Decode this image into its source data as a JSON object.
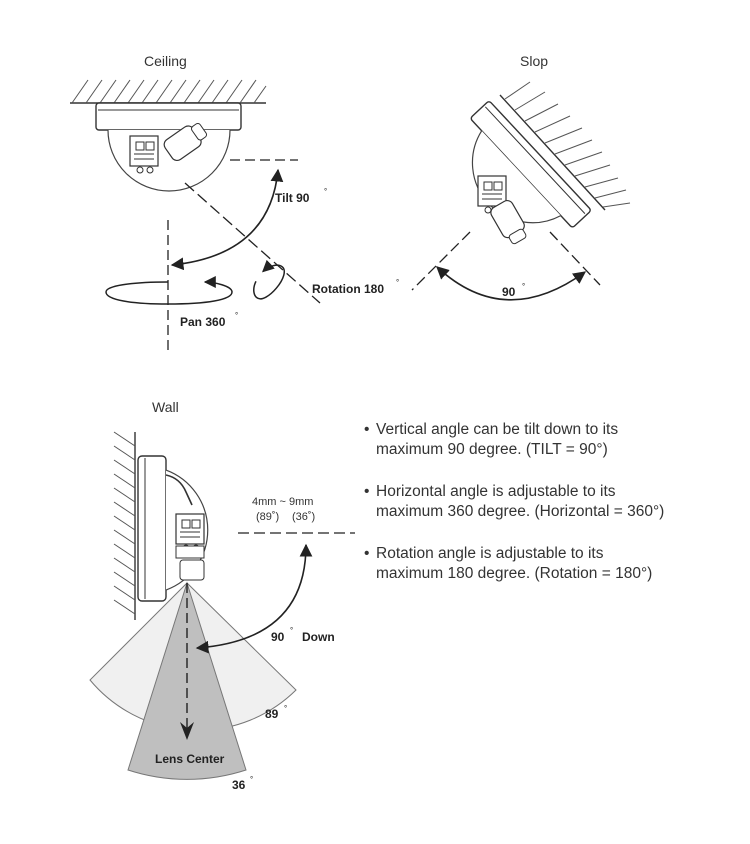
{
  "ceiling": {
    "title": "Ceiling",
    "tilt_label": "Tilt 90",
    "pan_label": "Pan 360",
    "rotation_label": "Rotation 180",
    "degree_mark": "°"
  },
  "slop": {
    "title": "Slop",
    "angle_label": "90",
    "degree_mark": "°"
  },
  "wall": {
    "title": "Wall",
    "lens_range": "4mm ~ 9mm",
    "angle_4mm": "(89˚)",
    "angle_9mm": "(36˚)",
    "down_angle": "90",
    "down_label": "Down",
    "wide_angle": "89",
    "narrow_angle": "36",
    "lens_center": "Lens Center",
    "degree_mark": "°"
  },
  "notes": [
    {
      "bullet": "•",
      "line1": "Vertical angle can be tilt down to its",
      "line2": "maximum 90 degree. (TILT = 90°)"
    },
    {
      "bullet": "•",
      "line1": "Horizontal angle is adjustable to its",
      "line2": "maximum 360 degree. (Horizontal = 360°)"
    },
    {
      "bullet": "•",
      "line1": "Rotation angle is adjustable to its",
      "line2": "maximum 180 degree. (Rotation = 180°)"
    }
  ]
}
